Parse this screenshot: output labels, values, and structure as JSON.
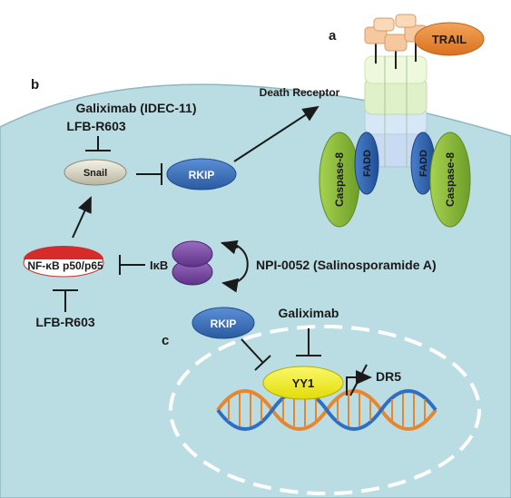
{
  "panel_labels": {
    "a": "a",
    "b": "b",
    "c": "c"
  },
  "trail": {
    "label": "TRAIL"
  },
  "death_receptor": {
    "label": "Death Receptor"
  },
  "caspase8": {
    "left": "Caspase-8",
    "right": "Caspase-8"
  },
  "fadd": {
    "left": "FADD",
    "right": "FADD"
  },
  "snail": {
    "label": "Snail"
  },
  "snail_inhibitors": {
    "line1": "Galiximab (IDEC-11)",
    "line2": "LFB-R603"
  },
  "rkip": {
    "label": "RKIP"
  },
  "nfkb": {
    "label": "NF-κB p50/p65"
  },
  "ikb": {
    "label": "IκB"
  },
  "npi": {
    "label": "NPI-0052 (Salinosporamide A)"
  },
  "lfb_bottom": {
    "label": "LFB-R603"
  },
  "nucleus": {
    "rkip_label": "RKIP",
    "galiximab_label": "Galiximab",
    "yy1_label": "YY1",
    "dr5_label": "DR5"
  },
  "colors": {
    "cell": "#b9dde3",
    "rkip": "#3a6fb5",
    "trail": "#e8862f",
    "caspase": "#8cbf3a",
    "fadd": "#2e5fa8",
    "yy1": "#f7f21a",
    "ikb": "#7b4aa0",
    "nfkb_red": "#d62b2b"
  }
}
